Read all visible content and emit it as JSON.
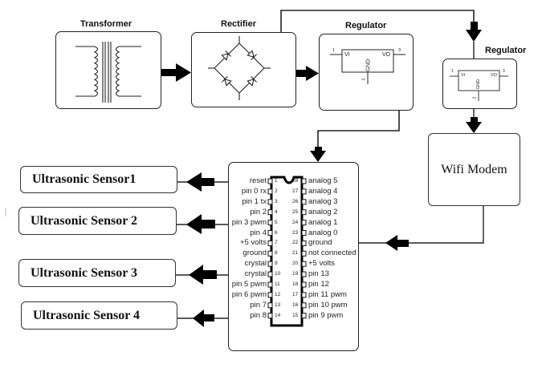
{
  "diagram": {
    "title": "Power supply, microcontroller and sensor block diagram",
    "blocks": {
      "transformer": {
        "label": "Transformer"
      },
      "rectifier": {
        "label": "Rectifier"
      },
      "regulator_main": {
        "label": "Regulator",
        "pins": {
          "vi": "VI",
          "vo": "VO",
          "gnd": "GND",
          "p1": "1",
          "p2": "2",
          "p3": "3"
        }
      },
      "regulator_wifi": {
        "label": "Regulator",
        "pins": {
          "vi": "VI",
          "vo": "VO",
          "gnd": "GND",
          "p1": "1",
          "p2": "2",
          "p3": "3"
        }
      },
      "wifi_modem": {
        "label": "Wifi Modem"
      }
    },
    "sensors": [
      {
        "label": "Ultrasonic Sensor1"
      },
      {
        "label": "Ultrasonic Sensor 2"
      },
      {
        "label": "Ultrasonic Sensor 3"
      },
      {
        "label": "Ultrasonic Sensor 4"
      }
    ],
    "microcontroller": {
      "left_pins": [
        {
          "num": "1",
          "label": "reset"
        },
        {
          "num": "2",
          "label": "pin 0 rx"
        },
        {
          "num": "3",
          "label": "pin 1 tx"
        },
        {
          "num": "4",
          "label": "pin 2"
        },
        {
          "num": "5",
          "label": "pin 3 pwm"
        },
        {
          "num": "6",
          "label": "pin 4"
        },
        {
          "num": "7",
          "label": "+5 volts"
        },
        {
          "num": "8",
          "label": "ground"
        },
        {
          "num": "9",
          "label": "crystal"
        },
        {
          "num": "10",
          "label": "crystal"
        },
        {
          "num": "11",
          "label": "pin 5 pwm"
        },
        {
          "num": "12",
          "label": "pin 6 pwm"
        },
        {
          "num": "13",
          "label": "pin 7"
        },
        {
          "num": "14",
          "label": "pin 8"
        }
      ],
      "right_pins": [
        {
          "num": "28",
          "label": "analog 5"
        },
        {
          "num": "27",
          "label": "analog 4"
        },
        {
          "num": "26",
          "label": "analog 3"
        },
        {
          "num": "25",
          "label": "analog 2"
        },
        {
          "num": "24",
          "label": "analog 1"
        },
        {
          "num": "23",
          "label": "analog 0"
        },
        {
          "num": "22",
          "label": "ground"
        },
        {
          "num": "21",
          "label": "not connected"
        },
        {
          "num": "20",
          "label": "+5 volts"
        },
        {
          "num": "19",
          "label": "pin 13"
        },
        {
          "num": "18",
          "label": "pin 12"
        },
        {
          "num": "17",
          "label": "pin 11 pwm"
        },
        {
          "num": "16",
          "label": "pin 10 pwm"
        },
        {
          "num": "15",
          "label": "pin 9 pwm"
        }
      ]
    }
  }
}
